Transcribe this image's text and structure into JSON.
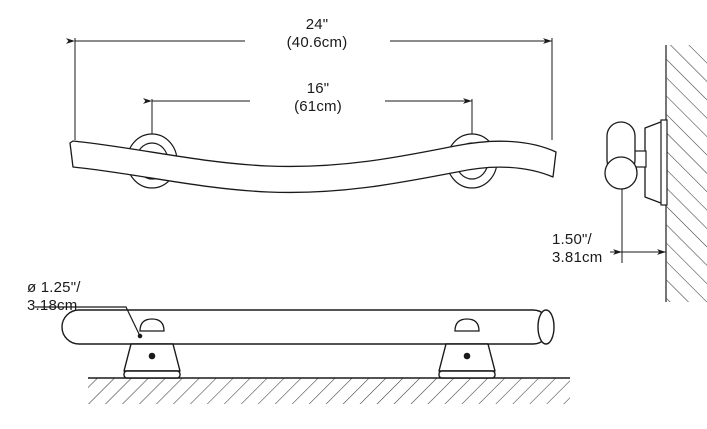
{
  "drawing": {
    "title": "grab-bar-technical-drawing",
    "line_color": "#1a1a1a",
    "text_color": "#1a1a1a",
    "background_color": "#ffffff",
    "hatch_color": "#3a3a3a"
  },
  "dimensions": {
    "overall_length": {
      "name": "overall-length",
      "imperial": "24\"",
      "metric": "(40.6cm)"
    },
    "on_center": {
      "name": "on-center-spacing",
      "imperial": "16\"",
      "metric": "(61cm)"
    },
    "wall_projection": {
      "name": "wall-projection",
      "imperial": "1.50\"/",
      "metric": "3.81cm"
    },
    "tube_diameter": {
      "name": "tube-diameter",
      "imperial": "ø 1.25\"/",
      "metric": "3.18cm"
    }
  },
  "views": {
    "front_view": {
      "name": "front-elevation-wavy-bar",
      "flange_count": 2
    },
    "side_view": {
      "name": "side-elevation-wall-mount"
    },
    "bottom_view": {
      "name": "bottom-elevation-straight-bar",
      "bracket_count": 2
    }
  }
}
